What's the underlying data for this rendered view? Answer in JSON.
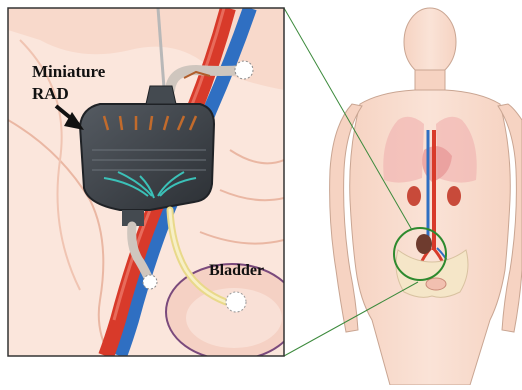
{
  "labels": {
    "device_line1": "Miniature",
    "device_line2": "RAD",
    "bladder": "Bladder"
  },
  "colors": {
    "background": "#ffffff",
    "inset_background": "#fbe6dc",
    "tissue": "#f3c9b6",
    "artery": "#d83a2a",
    "vein": "#2f6fc2",
    "device_body": "#3b4046",
    "zoom_lines": "#3c8a3c",
    "silhouette": "#f7d7c6"
  }
}
